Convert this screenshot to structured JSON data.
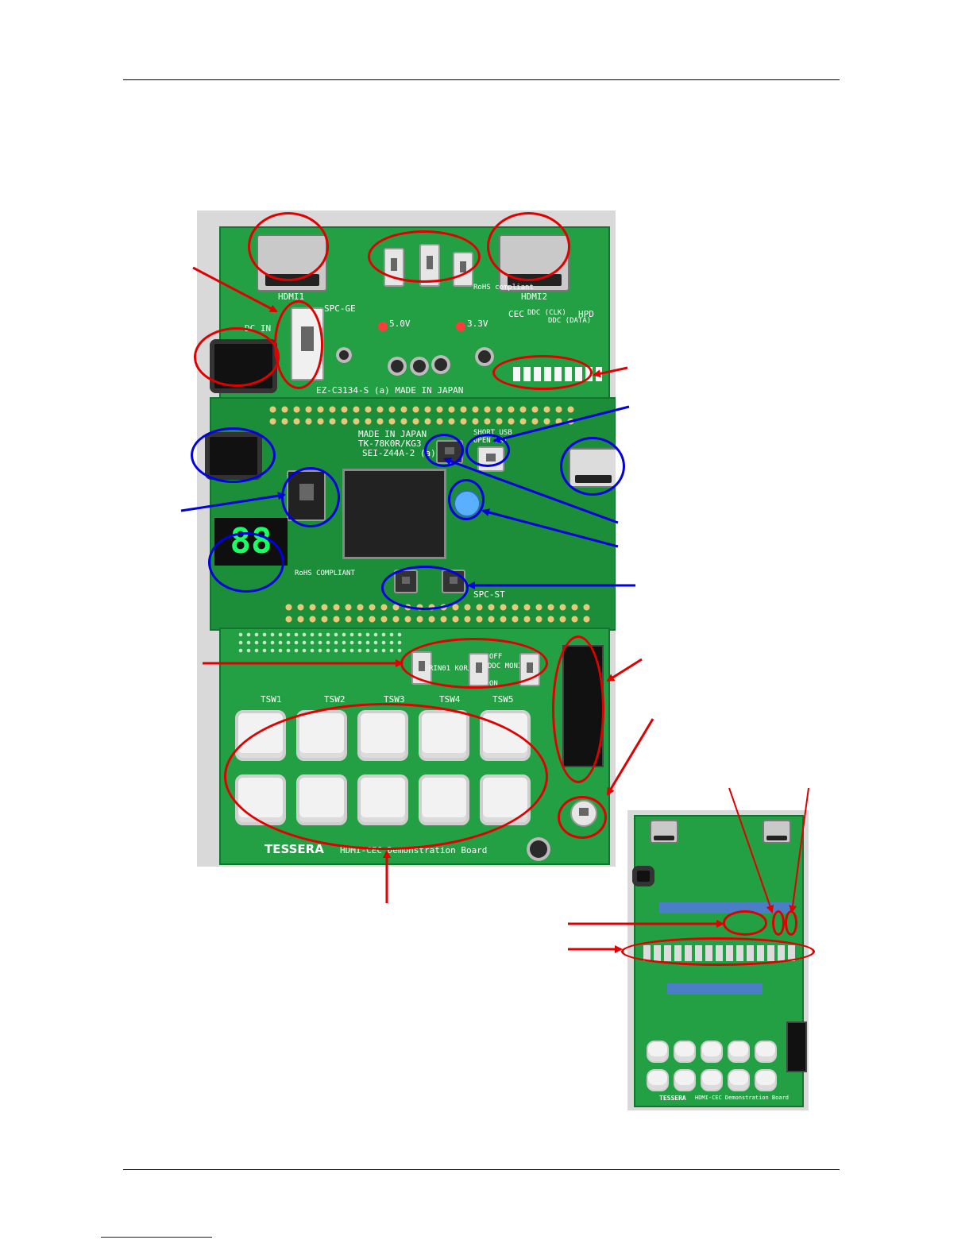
{
  "colors": {
    "annotation_red": "#e00000",
    "annotation_blue": "#0000e0",
    "pcb_green": "#23a043"
  },
  "main_board": {
    "silkscreen": {
      "hdmi1": "HDMI1",
      "hdmi2": "HDMI2",
      "spc": "SPC-GE",
      "rohs": "RoHS compliant",
      "cec": "CEC",
      "ddc_clk": "DDC (CLK)",
      "ddc_data": "DDC (DATA)",
      "hpd": "HPD",
      "v50": "5.0V",
      "v33": "3.3V",
      "dc_in": "DC IN",
      "power_board_id": "EZ-C3134-S (a)   MADE IN JAPAN",
      "made_in_japan": "MADE IN JAPAN",
      "cpu_board_id": "TK-78K0R/KG3",
      "cpu_board_sub": "SEI-Z44A-2 (a)",
      "usb_short": "SHORT USB",
      "usb_open": "OPEN EXT",
      "rohs2": "RoHS COMPLIANT",
      "spc_st": "SPC-ST",
      "monitor_sw": "DDC MONITER",
      "monitor_off": "OFF",
      "monitor_on": "ON",
      "rin": "RIN01 KOR/KG3",
      "brand": "TESSERA",
      "board_name": "HDMI-CEC Demonstration Board",
      "seven_segment": "88",
      "tsw_labels": [
        "TSW1",
        "TSW2",
        "TSW3",
        "TSW4",
        "TSW5"
      ]
    }
  },
  "inset_board": {
    "brand": "TESSERA",
    "board_name": "HDMI-CEC Demonstration Board"
  }
}
